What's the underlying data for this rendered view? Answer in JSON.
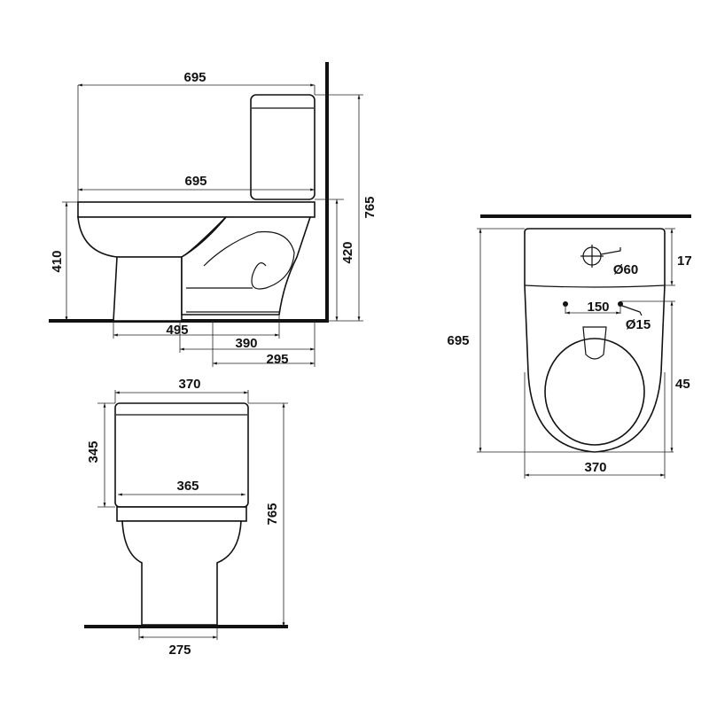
{
  "side_view": {
    "overall_length": "695",
    "seat_length": "695",
    "seat_height": "410",
    "inlet_height": "420",
    "total_height": "765",
    "base_to_outlet": "495",
    "outlet_offset": "390",
    "outlet_to_wall": "295"
  },
  "front_view": {
    "tank_width": "370",
    "tank_height": "345",
    "seat_width": "365",
    "total_height": "765",
    "base_width": "275"
  },
  "top_view": {
    "overall_length": "695",
    "button_diameter": "Ø60",
    "tank_depth": "17",
    "hole_spacing": "150",
    "hole_diameter": "Ø15",
    "bowl_length": "45",
    "width": "370"
  }
}
